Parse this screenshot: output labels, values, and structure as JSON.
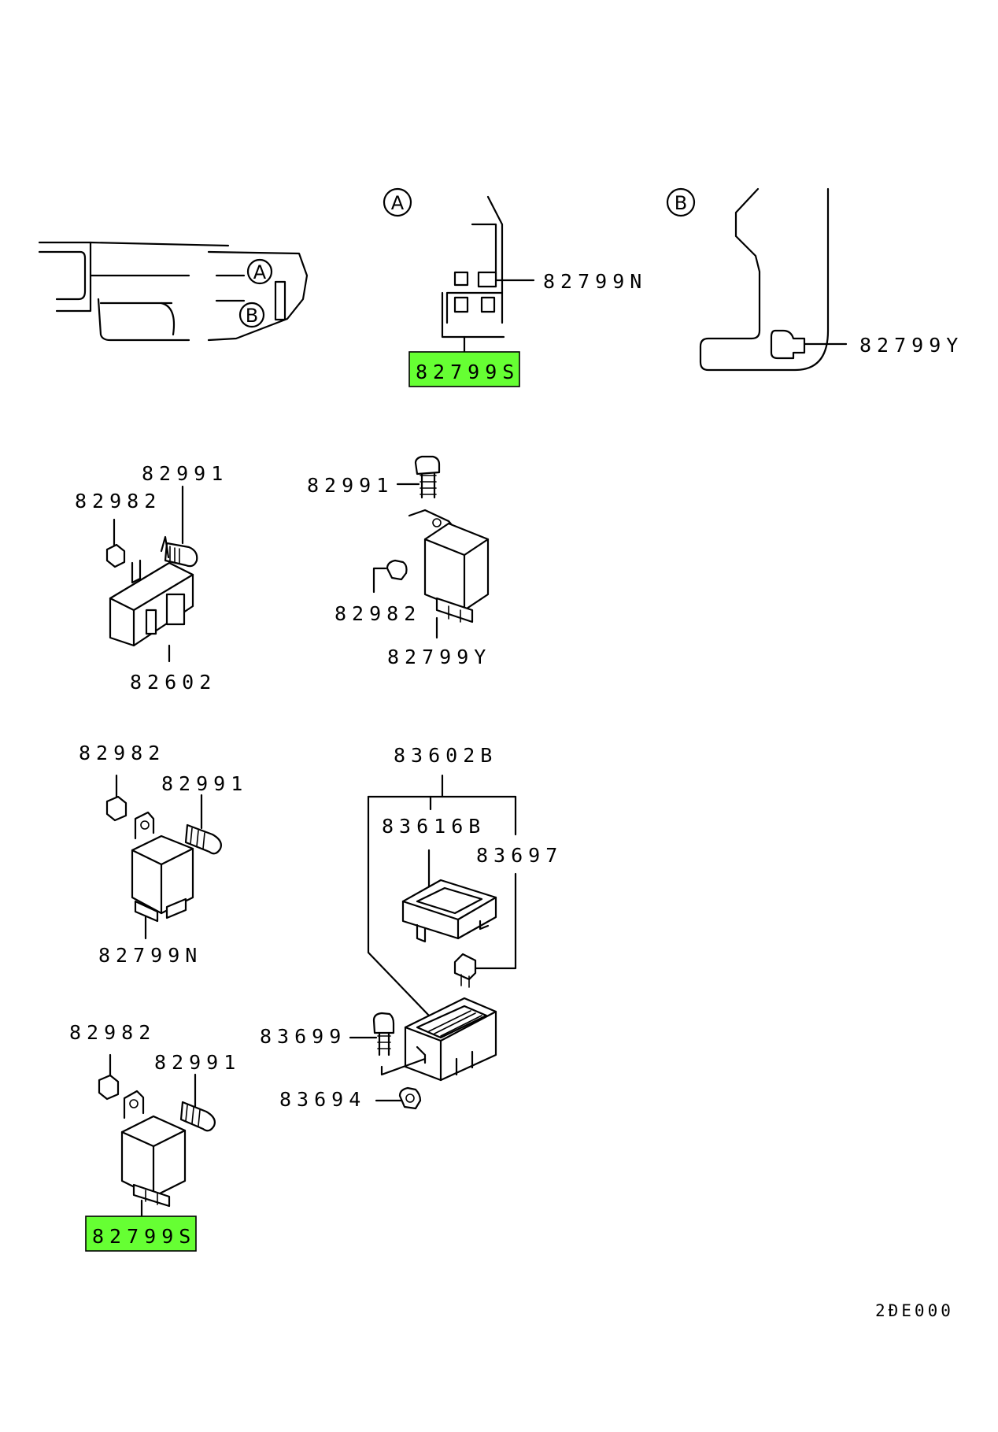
{
  "highlight_color": "#66ff33",
  "callouts": {
    "view_a": "A",
    "view_b": "B"
  },
  "view_a": {
    "label_relay_n": "82799N",
    "label_relay_s": "82799S"
  },
  "view_b": {
    "label_relay_y": "82799Y"
  },
  "group1": {
    "nut": "82982",
    "bolt": "82991",
    "unit": "82602"
  },
  "group2": {
    "bolt": "82991",
    "nut": "82982",
    "relay": "82799Y"
  },
  "group3": {
    "nut": "82982",
    "bolt": "82991",
    "relay": "82799N"
  },
  "group4": {
    "nut": "82982",
    "bolt": "82991",
    "relay": "82799S"
  },
  "fuse_box": {
    "assembly": "83602B",
    "cover": "83616B",
    "fuse": "83697",
    "screw": "83699",
    "nut": "83694"
  },
  "drawing_code": "2ÐE000"
}
